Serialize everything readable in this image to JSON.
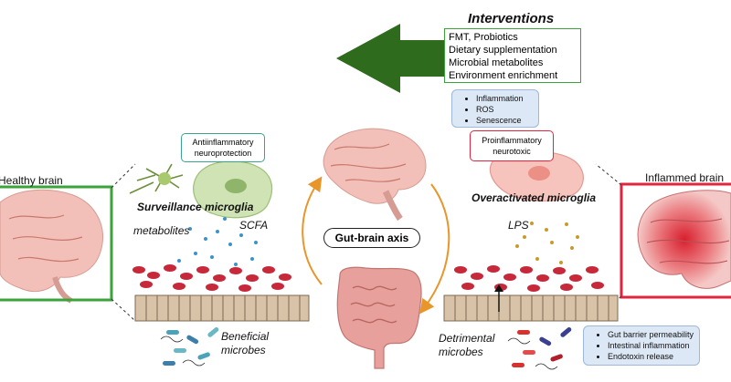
{
  "interventions": {
    "title": "Interventions",
    "items": [
      "FMT, Probiotics",
      "Dietary supplementation",
      "Microbial metabolites",
      "Environment enrichment"
    ]
  },
  "left": {
    "healthy_label": "Healthy brain",
    "microglia_label": "Surveillance microglia",
    "anti_box": [
      "Antiinflammatory",
      "neuroprotection"
    ],
    "metabolites": "metabolites",
    "scfa": "SCFA",
    "beneficial": [
      "Beneficial",
      "microbes"
    ]
  },
  "right": {
    "inflamed_label": "Inflammed brain",
    "microglia_label": "Overactivated microglia",
    "pro_box": [
      "Proinflammatory",
      "neurotoxic"
    ],
    "top_list": [
      "Inflammation",
      "ROS",
      "Senescence"
    ],
    "lps": "LPS",
    "detrimental": [
      "Detrimental",
      "microbes"
    ],
    "bottom_list": [
      "Gut barrier permeability",
      "Intestinal inflammation",
      "Endotoxin release"
    ]
  },
  "center": {
    "axis_label": "Gut-brain axis"
  },
  "colors": {
    "green_arrow": "#2e6b1c",
    "green_border": "#3aa33a",
    "red_border": "#e0263f",
    "orange_arrow": "#e8952a",
    "blue_box": "#dde8f6",
    "blood": "#c7283a"
  }
}
